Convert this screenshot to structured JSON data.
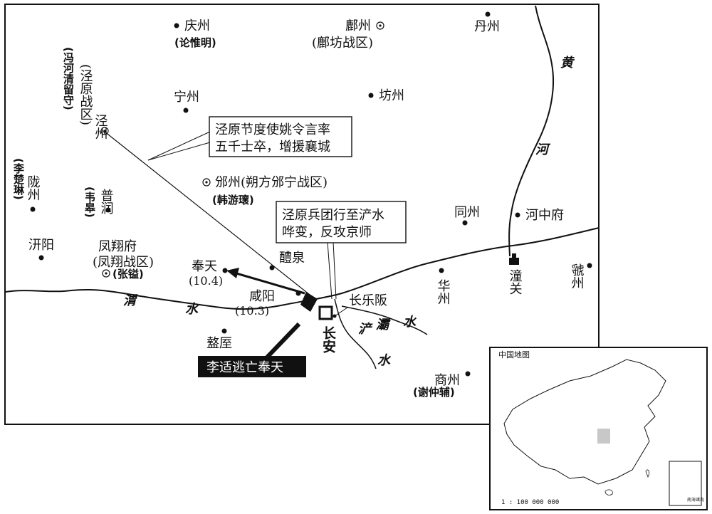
{
  "places": {
    "qingzhou": "庆州",
    "qingzhou_gov": "(论惟明)",
    "fuzhou": "鄜州",
    "fuzhou_gov": "(鄜坊战区)",
    "danzhou": "丹州",
    "fangzhou": "坊州",
    "ningzhou": "宁州",
    "jingzhou": "泾州",
    "jingyuan_zone": "(泾原战区)",
    "jingyuan_gov": "(冯河清留守)",
    "longzhou": "陇州",
    "longzhou_gov": "(李楚琳)",
    "puyun": "普润",
    "puyun_gov": "(韦皋)",
    "binzhou": "邠州(朔方邠宁战区)",
    "binzhou_gov": "(韩游瓌)",
    "qianyang": "汧阳",
    "fengxiang": "凤翔府",
    "fengxiang_zone": "(凤翔战区)",
    "fengxiang_gov": "(张镒)",
    "fengtian": "奉天",
    "fengtian_date": "(10.4)",
    "liquan": "醴泉",
    "xianyang": "咸阳",
    "xianyang_date": "(10.3)",
    "changan": "长安",
    "changlebang": "长乐阪",
    "zhouzhi": "盩厔",
    "tongzhou": "同州",
    "hezhongfu": "河中府",
    "huazhou": "华州",
    "tongguan": "潼关",
    "guozhou": "虢州",
    "shangzhou": "商州",
    "shangzhou_gov": "(谢仲辅)"
  },
  "rivers": {
    "huanghe": [
      "黄",
      "河"
    ],
    "weishui": [
      "渭",
      "水"
    ],
    "chanshui": [
      "浐",
      "水"
    ],
    "bashui": [
      "灞",
      "水"
    ]
  },
  "callouts": {
    "reinforce": [
      "泾原节度使姚令言率",
      "五千士卒，增援襄城"
    ],
    "mutiny": [
      "泾原兵团行至浐水",
      "哗变，反攻京师"
    ],
    "escape": "李适逃亡奉天"
  },
  "inset": {
    "title": "中国地图",
    "scale": "1 : 100 000 000",
    "south_sea": "南海诸岛",
    "highlight_color": "#c8c8c8"
  }
}
